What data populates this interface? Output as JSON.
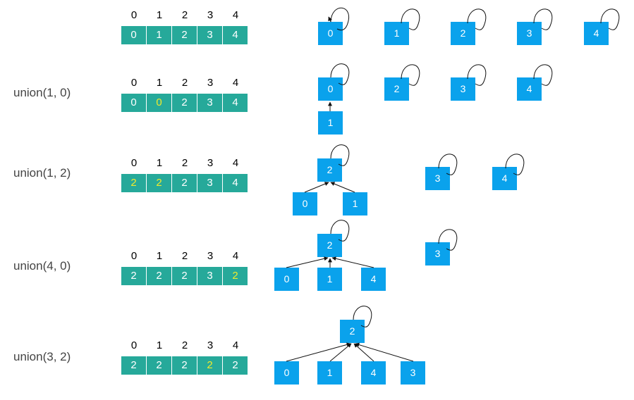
{
  "rows": [
    {
      "label": "",
      "indices": [
        "0",
        "1",
        "2",
        "3",
        "4"
      ],
      "parents": [
        "0",
        "1",
        "2",
        "3",
        "4"
      ],
      "changed": [],
      "nodes": [
        "0",
        "1",
        "2",
        "3",
        "4"
      ]
    },
    {
      "label": "union(1, 0)",
      "indices": [
        "0",
        "1",
        "2",
        "3",
        "4"
      ],
      "parents": [
        "0",
        "0",
        "2",
        "3",
        "4"
      ],
      "changed": [
        1
      ],
      "nodes": [
        "0",
        "1",
        "2",
        "3",
        "4"
      ]
    },
    {
      "label": "union(1, 2)",
      "indices": [
        "0",
        "1",
        "2",
        "3",
        "4"
      ],
      "parents": [
        "2",
        "2",
        "2",
        "3",
        "4"
      ],
      "changed": [
        0,
        1
      ],
      "nodes": [
        "0",
        "1",
        "2",
        "3",
        "4"
      ]
    },
    {
      "label": "union(4, 0)",
      "indices": [
        "0",
        "1",
        "2",
        "3",
        "4"
      ],
      "parents": [
        "2",
        "2",
        "2",
        "3",
        "2"
      ],
      "changed": [
        4
      ],
      "nodes": [
        "0",
        "1",
        "2",
        "3",
        "4"
      ]
    },
    {
      "label": "union(3, 2)",
      "indices": [
        "0",
        "1",
        "2",
        "3",
        "4"
      ],
      "parents": [
        "2",
        "2",
        "2",
        "2",
        "2"
      ],
      "changed": [
        3
      ],
      "nodes": [
        "0",
        "1",
        "2",
        "3",
        "4"
      ]
    }
  ],
  "colors": {
    "array_cell": "#26a99a",
    "changed_value": "#f0ea2c",
    "tree_node": "#0aa2ec"
  }
}
